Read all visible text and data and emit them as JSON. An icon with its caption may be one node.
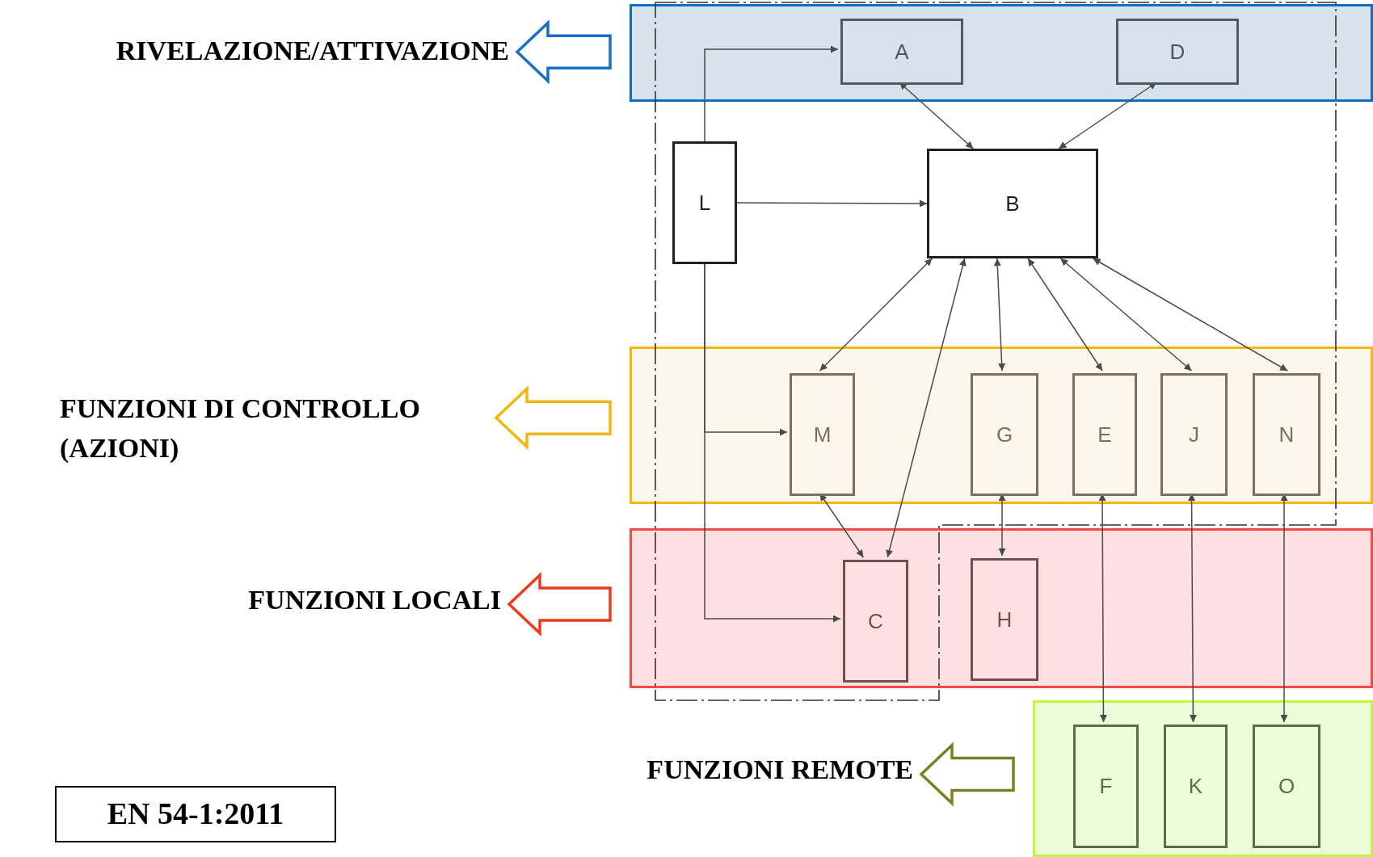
{
  "diagram": {
    "nodes": [
      {
        "text": [],
        "shape": "box"
      },
      {
        "text": [
          "A"
        ],
        "in": 0
      },
      {
        "text": [
          "D"
        ],
        "in": 0
      },
      {
        "text": [
          "L"
        ]
      },
      {
        "text": [
          "B"
        ]
      },
      {
        "text": [],
        "shape": "box"
      },
      {
        "text": [
          "M"
        ],
        "in": 5
      },
      {
        "text": [
          "G"
        ],
        "in": 5
      },
      {
        "text": [
          "E"
        ],
        "in": 5
      },
      {
        "text": [
          "J"
        ],
        "in": 5
      },
      {
        "text": [
          "N"
        ],
        "in": 5
      },
      {
        "text": [],
        "shape": "box"
      },
      {
        "text": [
          "C"
        ],
        "in": 11
      },
      {
        "text": [
          "H"
        ],
        "in": 11
      },
      {
        "text": [],
        "shape": "box"
      },
      {
        "text": [
          "F"
        ],
        "in": 14
      },
      {
        "text": [
          "K"
        ],
        "in": 14
      },
      {
        "text": [
          "O"
        ],
        "in": 14
      },
      {
        "text": [
          "RIVELAZIONE/ATTIVAZIONE"
        ]
      },
      {
        "text": [
          "FUNZIONI DI CONTROLLO (AZIONI)"
        ]
      },
      {
        "text": [
          "FUNZIONI LOCALI"
        ]
      },
      {
        "text": [
          "FUNZIONI REMOTE"
        ]
      },
      {
        "text": [
          "EN 54-1:2011"
        ]
      }
    ],
    "edges": [
      {
        "from": 3,
        "to": 1,
        "arrow": "to"
      },
      {
        "from": 3,
        "to": 4,
        "arrow": "to"
      },
      {
        "from": 3,
        "to": 6,
        "arrow": "to"
      },
      {
        "from": 3,
        "to": 12,
        "arrow": "to"
      },
      {
        "from": 1,
        "to": 4,
        "arrow": "both"
      },
      {
        "from": 2,
        "to": 4,
        "arrow": "both"
      },
      {
        "from": 4,
        "to": 6,
        "arrow": "both"
      },
      {
        "from": 4,
        "to": 12,
        "arrow": "both"
      },
      {
        "from": 4,
        "to": 7,
        "arrow": "both"
      },
      {
        "from": 4,
        "to": 8,
        "arrow": "both"
      },
      {
        "from": 4,
        "to": 9,
        "arrow": "both"
      },
      {
        "from": 4,
        "to": 10,
        "arrow": "both"
      },
      {
        "from": 6,
        "to": 12,
        "arrow": "both"
      },
      {
        "from": 7,
        "to": 13,
        "arrow": "both"
      },
      {
        "from": 8,
        "to": 15,
        "arrow": "both"
      },
      {
        "from": 9,
        "to": 16,
        "arrow": "both"
      },
      {
        "from": 10,
        "to": 17,
        "arrow": "both"
      },
      {
        "from": 0,
        "to": 18,
        "arrow": "to",
        "style": "thick",
        "color": "#1a6fc4"
      },
      {
        "from": 5,
        "to": 19,
        "arrow": "to",
        "style": "thick",
        "color": "#f2b70f"
      },
      {
        "from": 11,
        "to": 20,
        "arrow": "to",
        "style": "thick",
        "color": "#ee3a1f"
      },
      {
        "from": 14,
        "to": 21,
        "arrow": "to",
        "style": "thick",
        "color": "#7a7f20"
      }
    ]
  }
}
